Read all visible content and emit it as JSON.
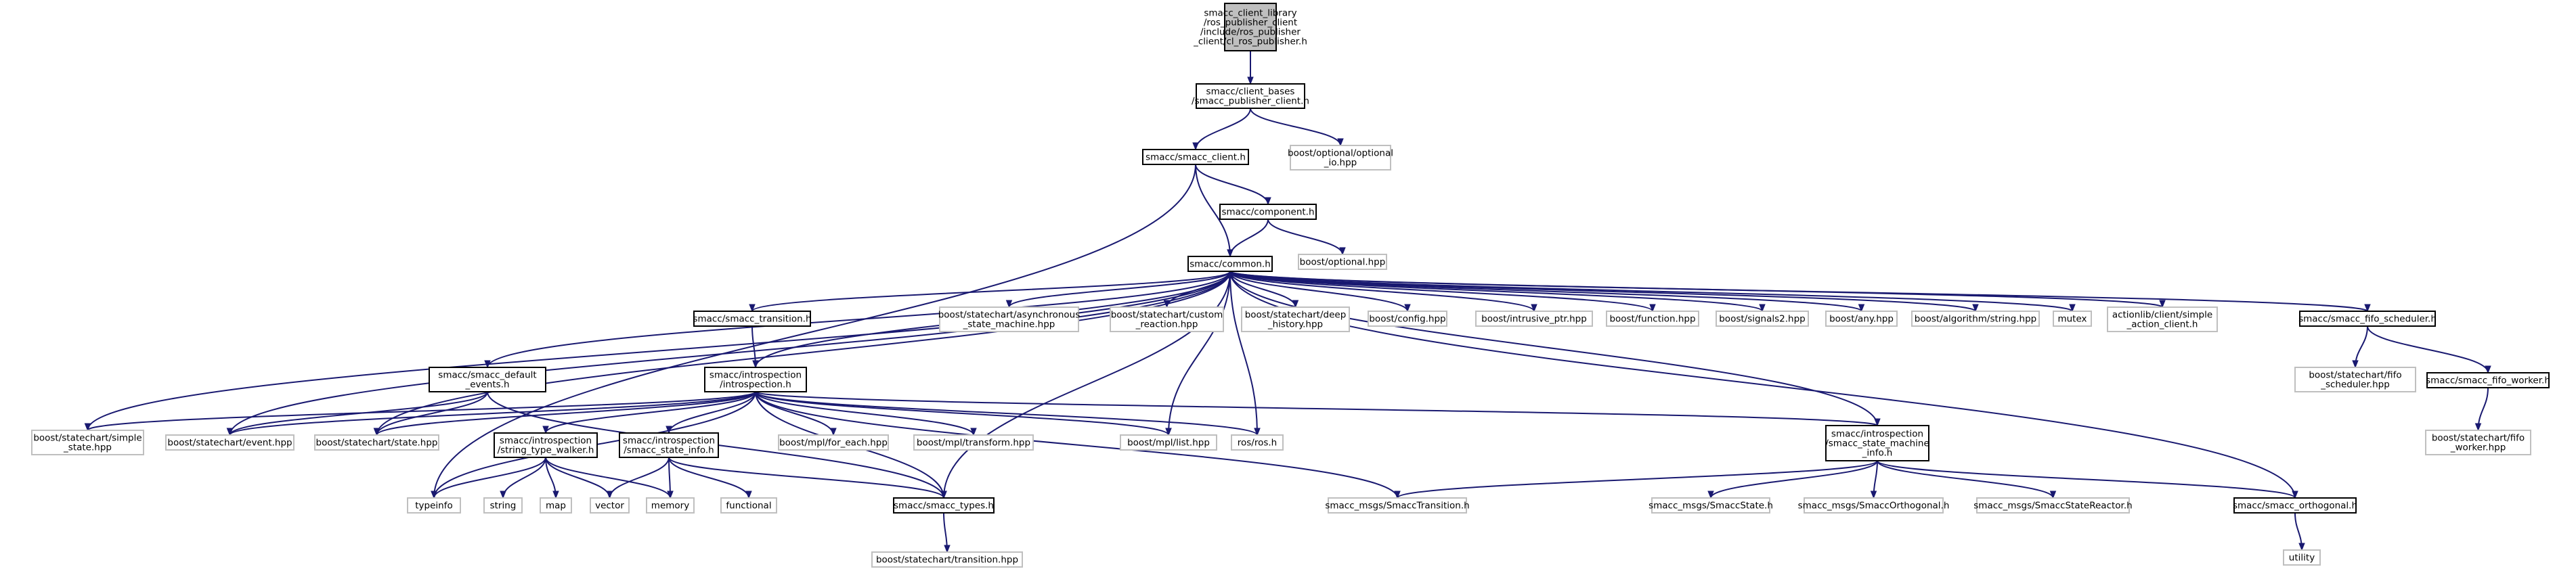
{
  "colors": {
    "root_fill": "#bfbfbf",
    "root_stroke": "#000000",
    "documented_stroke": "#000000",
    "undocumented_stroke": "#bfbfbf",
    "node_fill": "#ffffff",
    "edge": "#191970",
    "text": "#000000"
  },
  "nodes": [
    {
      "id": "root",
      "lines": [
        "smacc_client_library",
        "/ros_publisher_client",
        "/include/ros_publisher",
        "_client/cl_ros_publisher.h"
      ],
      "kind": "root"
    },
    {
      "id": "pub_client",
      "lines": [
        "smacc/client_bases",
        "/smacc_publisher_client.h"
      ],
      "kind": "documented"
    },
    {
      "id": "optional_io",
      "lines": [
        "boost/optional/optional",
        "_io.hpp"
      ],
      "kind": "external"
    },
    {
      "id": "smacc_client",
      "lines": [
        "smacc/smacc_client.h"
      ],
      "kind": "documented"
    },
    {
      "id": "component",
      "lines": [
        "smacc/component.h"
      ],
      "kind": "documented"
    },
    {
      "id": "boost_optional",
      "lines": [
        "boost/optional.hpp"
      ],
      "kind": "external"
    },
    {
      "id": "common",
      "lines": [
        "smacc/common.h"
      ],
      "kind": "documented"
    },
    {
      "id": "smacc_transition",
      "lines": [
        "smacc/smacc_transition.h"
      ],
      "kind": "documented"
    },
    {
      "id": "async_sm",
      "lines": [
        "boost/statechart/asynchronous",
        "_state_machine.hpp"
      ],
      "kind": "external"
    },
    {
      "id": "custom_reaction",
      "lines": [
        "boost/statechart/custom",
        "_reaction.hpp"
      ],
      "kind": "external"
    },
    {
      "id": "deep_history",
      "lines": [
        "boost/statechart/deep",
        "_history.hpp"
      ],
      "kind": "external"
    },
    {
      "id": "config",
      "lines": [
        "boost/config.hpp"
      ],
      "kind": "external"
    },
    {
      "id": "intrusive_ptr",
      "lines": [
        "boost/intrusive_ptr.hpp"
      ],
      "kind": "external"
    },
    {
      "id": "function",
      "lines": [
        "boost/function.hpp"
      ],
      "kind": "external"
    },
    {
      "id": "signals2",
      "lines": [
        "boost/signals2.hpp"
      ],
      "kind": "external"
    },
    {
      "id": "any",
      "lines": [
        "boost/any.hpp"
      ],
      "kind": "external"
    },
    {
      "id": "algo_string",
      "lines": [
        "boost/algorithm/string.hpp"
      ],
      "kind": "external"
    },
    {
      "id": "mutex",
      "lines": [
        "mutex"
      ],
      "kind": "external"
    },
    {
      "id": "simple_action_client",
      "lines": [
        "actionlib/client/simple",
        "_action_client.h"
      ],
      "kind": "external"
    },
    {
      "id": "fifo_scheduler",
      "lines": [
        "smacc/smacc_fifo_scheduler.h"
      ],
      "kind": "documented"
    },
    {
      "id": "default_events",
      "lines": [
        "smacc/smacc_default",
        "_events.h"
      ],
      "kind": "documented"
    },
    {
      "id": "introspection",
      "lines": [
        "smacc/introspection",
        "/introspection.h"
      ],
      "kind": "documented"
    },
    {
      "id": "sc_fifo_sched",
      "lines": [
        "boost/statechart/fifo",
        "_scheduler.hpp"
      ],
      "kind": "external"
    },
    {
      "id": "fifo_worker",
      "lines": [
        "smacc/smacc_fifo_worker.h"
      ],
      "kind": "documented"
    },
    {
      "id": "simple_state",
      "lines": [
        "boost/statechart/simple",
        "_state.hpp"
      ],
      "kind": "external"
    },
    {
      "id": "event_hpp",
      "lines": [
        "boost/statechart/event.hpp"
      ],
      "kind": "external"
    },
    {
      "id": "state_hpp",
      "lines": [
        "boost/statechart/state.hpp"
      ],
      "kind": "external"
    },
    {
      "id": "for_each",
      "lines": [
        "boost/mpl/for_each.hpp"
      ],
      "kind": "external"
    },
    {
      "id": "transform",
      "lines": [
        "boost/mpl/transform.hpp"
      ],
      "kind": "external"
    },
    {
      "id": "mpl_list",
      "lines": [
        "boost/mpl/list.hpp"
      ],
      "kind": "external"
    },
    {
      "id": "ros_h",
      "lines": [
        "ros/ros.h"
      ],
      "kind": "external"
    },
    {
      "id": "sm_info",
      "lines": [
        "smacc/introspection",
        "/smacc_state_machine",
        "_info.h"
      ],
      "kind": "documented"
    },
    {
      "id": "sc_fifo_worker",
      "lines": [
        "boost/statechart/fifo",
        "_worker.hpp"
      ],
      "kind": "external"
    },
    {
      "id": "string_type_walker",
      "lines": [
        "smacc/introspection",
        "/string_type_walker.h"
      ],
      "kind": "documented"
    },
    {
      "id": "state_info",
      "lines": [
        "smacc/introspection",
        "/smacc_state_info.h"
      ],
      "kind": "documented"
    },
    {
      "id": "typeinfo",
      "lines": [
        "typeinfo"
      ],
      "kind": "external"
    },
    {
      "id": "string",
      "lines": [
        "string"
      ],
      "kind": "external"
    },
    {
      "id": "map",
      "lines": [
        "map"
      ],
      "kind": "external"
    },
    {
      "id": "vector",
      "lines": [
        "vector"
      ],
      "kind": "external"
    },
    {
      "id": "memory",
      "lines": [
        "memory"
      ],
      "kind": "external"
    },
    {
      "id": "functional",
      "lines": [
        "functional"
      ],
      "kind": "external"
    },
    {
      "id": "smacc_types",
      "lines": [
        "smacc/smacc_types.h"
      ],
      "kind": "documented"
    },
    {
      "id": "msg_transition",
      "lines": [
        "smacc_msgs/SmaccTransition.h"
      ],
      "kind": "external"
    },
    {
      "id": "msg_state",
      "lines": [
        "smacc_msgs/SmaccState.h"
      ],
      "kind": "external"
    },
    {
      "id": "msg_orthogonal",
      "lines": [
        "smacc_msgs/SmaccOrthogonal.h"
      ],
      "kind": "external"
    },
    {
      "id": "msg_reactor",
      "lines": [
        "smacc_msgs/SmaccStateReactor.h"
      ],
      "kind": "external"
    },
    {
      "id": "orthogonal",
      "lines": [
        "smacc/smacc_orthogonal.h"
      ],
      "kind": "documented"
    },
    {
      "id": "sc_transition",
      "lines": [
        "boost/statechart/transition.hpp"
      ],
      "kind": "external"
    },
    {
      "id": "utility",
      "lines": [
        "utility"
      ],
      "kind": "external"
    }
  ],
  "edges": [
    [
      "root",
      "pub_client"
    ],
    [
      "pub_client",
      "smacc_client"
    ],
    [
      "pub_client",
      "optional_io"
    ],
    [
      "smacc_client",
      "component"
    ],
    [
      "smacc_client",
      "common"
    ],
    [
      "smacc_client",
      "typeinfo"
    ],
    [
      "component",
      "common"
    ],
    [
      "component",
      "boost_optional"
    ],
    [
      "common",
      "smacc_transition"
    ],
    [
      "common",
      "async_sm"
    ],
    [
      "common",
      "custom_reaction"
    ],
    [
      "common",
      "deep_history"
    ],
    [
      "common",
      "config"
    ],
    [
      "common",
      "intrusive_ptr"
    ],
    [
      "common",
      "function"
    ],
    [
      "common",
      "signals2"
    ],
    [
      "common",
      "any"
    ],
    [
      "common",
      "algo_string"
    ],
    [
      "common",
      "mutex"
    ],
    [
      "common",
      "simple_action_client"
    ],
    [
      "common",
      "fifo_scheduler"
    ],
    [
      "common",
      "default_events"
    ],
    [
      "common",
      "introspection"
    ],
    [
      "common",
      "simple_state"
    ],
    [
      "common",
      "event_hpp"
    ],
    [
      "common",
      "state_hpp"
    ],
    [
      "common",
      "mpl_list"
    ],
    [
      "common",
      "ros_h"
    ],
    [
      "common",
      "smacc_types"
    ],
    [
      "smacc_transition",
      "introspection"
    ],
    [
      "fifo_scheduler",
      "sc_fifo_sched"
    ],
    [
      "fifo_scheduler",
      "fifo_worker"
    ],
    [
      "fifo_worker",
      "sc_fifo_worker"
    ],
    [
      "default_events",
      "event_hpp"
    ],
    [
      "default_events",
      "state_hpp"
    ],
    [
      "default_events",
      "smacc_types"
    ],
    [
      "introspection",
      "simple_state"
    ],
    [
      "introspection",
      "event_hpp"
    ],
    [
      "introspection",
      "state_hpp"
    ],
    [
      "introspection",
      "string_type_walker"
    ],
    [
      "introspection",
      "state_info"
    ],
    [
      "introspection",
      "typeinfo"
    ],
    [
      "introspection",
      "for_each"
    ],
    [
      "introspection",
      "transform"
    ],
    [
      "introspection",
      "mpl_list"
    ],
    [
      "introspection",
      "ros_h"
    ],
    [
      "introspection",
      "sm_info"
    ],
    [
      "introspection",
      "smacc_types"
    ],
    [
      "introspection",
      "msg_transition"
    ],
    [
      "sm_info",
      "common"
    ],
    [
      "sm_info",
      "msg_transition"
    ],
    [
      "sm_info",
      "msg_state"
    ],
    [
      "sm_info",
      "msg_orthogonal"
    ],
    [
      "sm_info",
      "msg_reactor"
    ],
    [
      "sm_info",
      "orthogonal"
    ],
    [
      "orthogonal",
      "common"
    ],
    [
      "orthogonal",
      "utility"
    ],
    [
      "string_type_walker",
      "typeinfo"
    ],
    [
      "string_type_walker",
      "string"
    ],
    [
      "string_type_walker",
      "map"
    ],
    [
      "string_type_walker",
      "vector"
    ],
    [
      "string_type_walker",
      "memory"
    ],
    [
      "state_info",
      "vector"
    ],
    [
      "state_info",
      "memory"
    ],
    [
      "state_info",
      "functional"
    ],
    [
      "state_info",
      "smacc_types"
    ],
    [
      "smacc_types",
      "sc_transition"
    ]
  ]
}
